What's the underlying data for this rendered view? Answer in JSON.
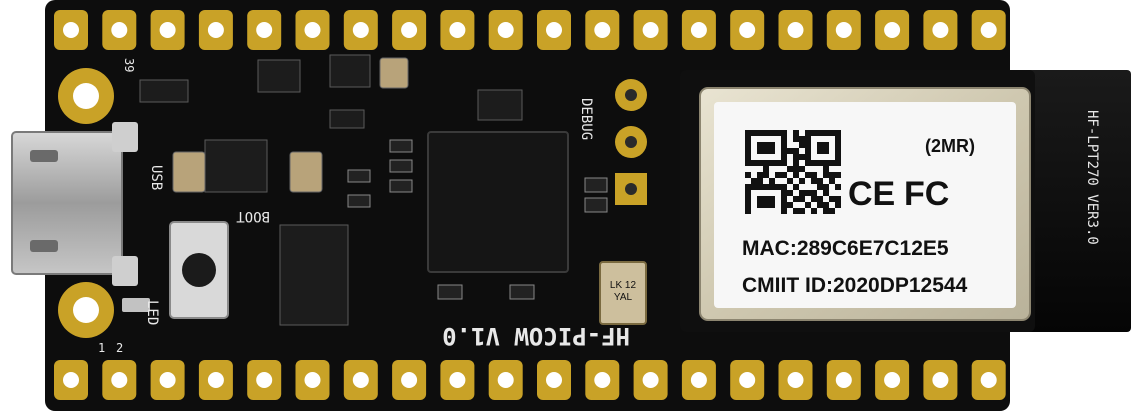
{
  "board": {
    "name_silkscreen": "HF-PICOW V1.0",
    "usb_label": "USB",
    "boot_label": "BOOT",
    "led_label": "LED",
    "debug_label": "DEBUG",
    "pin_1": "1",
    "pin_2": "2",
    "pin_39": "39",
    "colors": {
      "pcb": "#0d0d0d",
      "gold": "#c9a227",
      "silkscreen": "#e8e8e8"
    }
  },
  "crystal": {
    "line1": "LK 12",
    "line2": "YAL"
  },
  "wifi_module": {
    "side_text": "HF-LPT270 VER3.0",
    "rev": "(2MR)",
    "ce_mark": "CE",
    "fc_mark": "FC",
    "mac": "MAC:289C6E7C12E5",
    "cmiit": "CMIIT ID:2020DP12544",
    "icons": [
      "qr-code-icon",
      "ce-mark-icon",
      "fcc-mark-icon"
    ]
  }
}
